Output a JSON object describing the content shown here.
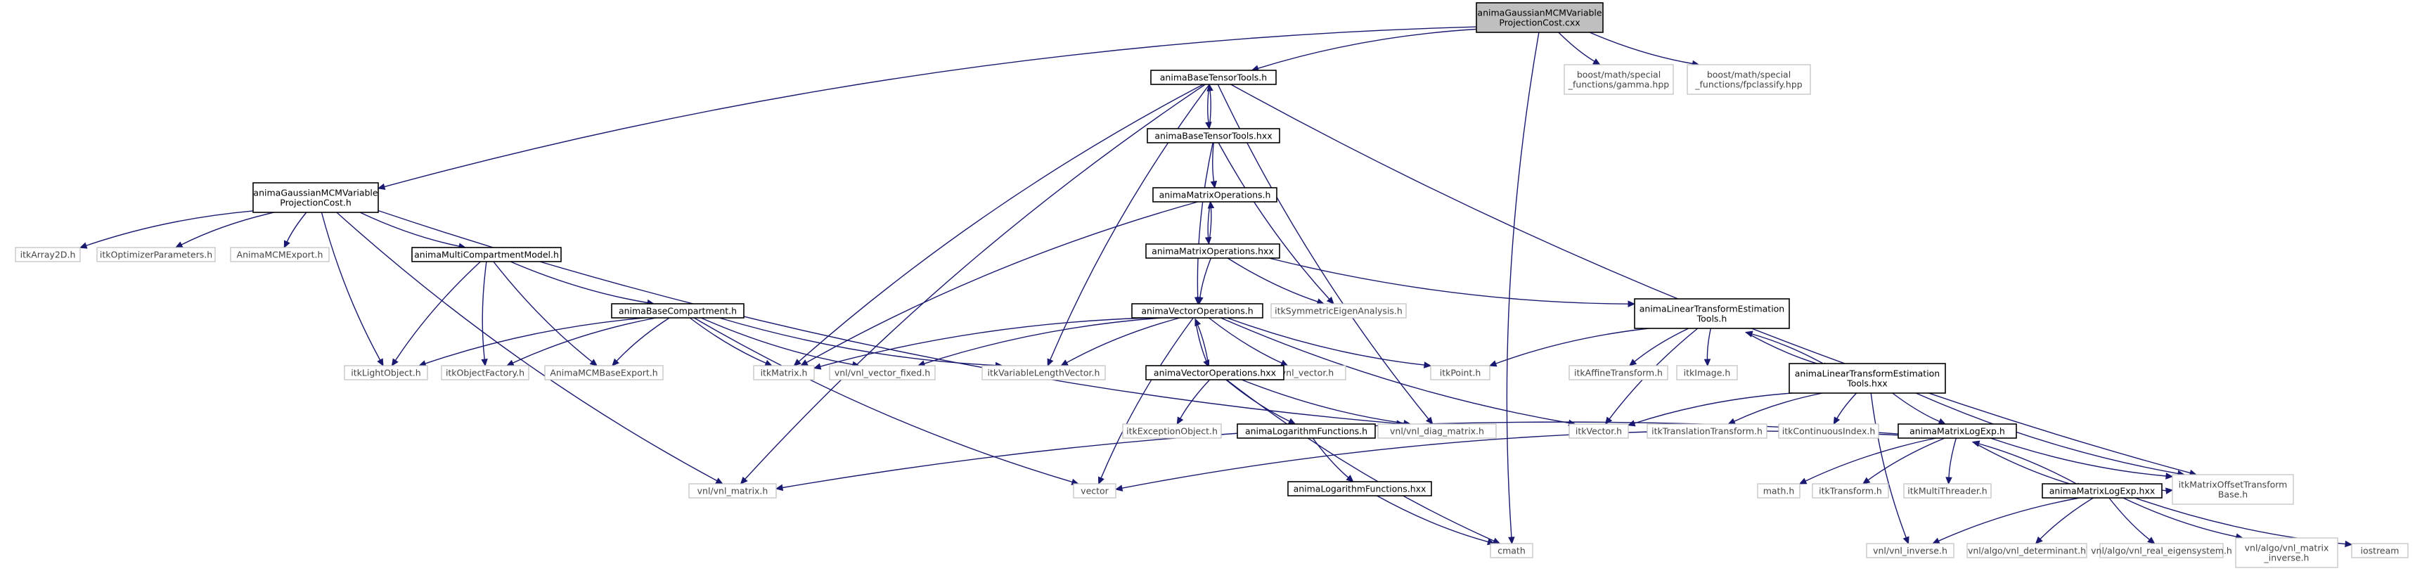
{
  "graph": {
    "colors": {
      "edge": "#191970",
      "root_fill": "#bfbfbf",
      "node_border": "#000000",
      "external_border": "#bfbfbf"
    },
    "nodes": [
      {
        "id": "root",
        "kind": "root",
        "lines": [
          "animaGaussianMCMVariable",
          "ProjectionCost.cxx"
        ]
      },
      {
        "id": "btt_h",
        "kind": "file",
        "lines": [
          "animaBaseTensorTools.h"
        ]
      },
      {
        "id": "gamma",
        "kind": "ext",
        "lines": [
          "boost/math/special",
          "_functions/gamma.hpp"
        ]
      },
      {
        "id": "fpclassify",
        "kind": "ext",
        "lines": [
          "boost/math/special",
          "_functions/fpclassify.hpp"
        ]
      },
      {
        "id": "btt_hxx",
        "kind": "file",
        "lines": [
          "animaBaseTensorTools.hxx"
        ]
      },
      {
        "id": "gmcm_h",
        "kind": "file",
        "lines": [
          "animaGaussianMCMVariable",
          "ProjectionCost.h"
        ]
      },
      {
        "id": "matops_h",
        "kind": "file",
        "lines": [
          "animaMatrixOperations.h"
        ]
      },
      {
        "id": "matops_hxx",
        "kind": "file",
        "lines": [
          "animaMatrixOperations.hxx"
        ]
      },
      {
        "id": "itkarray2d",
        "kind": "ext",
        "lines": [
          "itkArray2D.h"
        ]
      },
      {
        "id": "itkoptparams",
        "kind": "ext",
        "lines": [
          "itkOptimizerParameters.h"
        ]
      },
      {
        "id": "mcmexport",
        "kind": "ext",
        "lines": [
          "AnimaMCMExport.h"
        ]
      },
      {
        "id": "mcmodel",
        "kind": "file",
        "lines": [
          "animaMultiCompartmentModel.h"
        ]
      },
      {
        "id": "symeig",
        "kind": "ext",
        "lines": [
          "itkSymmetricEigenAnalysis.h"
        ]
      },
      {
        "id": "lte_h",
        "kind": "file",
        "lines": [
          "animaLinearTransformEstimation",
          "Tools.h"
        ]
      },
      {
        "id": "basecomp",
        "kind": "file",
        "lines": [
          "animaBaseCompartment.h"
        ]
      },
      {
        "id": "vecops_h",
        "kind": "file",
        "lines": [
          "animaVectorOperations.h"
        ]
      },
      {
        "id": "lte_hxx",
        "kind": "file",
        "lines": [
          "animaLinearTransformEstimation",
          "Tools.hxx"
        ]
      },
      {
        "id": "itklightobj",
        "kind": "ext",
        "lines": [
          "itkLightObject.h"
        ]
      },
      {
        "id": "itkobjfactory",
        "kind": "ext",
        "lines": [
          "itkObjectFactory.h"
        ]
      },
      {
        "id": "mcmbaseexport",
        "kind": "ext",
        "lines": [
          "AnimaMCMBaseExport.h"
        ]
      },
      {
        "id": "itkmatrix",
        "kind": "ext",
        "lines": [
          "itkMatrix.h"
        ]
      },
      {
        "id": "vnlvecfixed",
        "kind": "ext",
        "lines": [
          "vnl/vnl_vector_fixed.h"
        ]
      },
      {
        "id": "itkvarlen",
        "kind": "ext",
        "lines": [
          "itkVariableLengthVector.h"
        ]
      },
      {
        "id": "vnlvector",
        "kind": "ext",
        "lines": [
          "vnl/vnl_vector.h"
        ]
      },
      {
        "id": "itkpoint",
        "kind": "ext",
        "lines": [
          "itkPoint.h"
        ]
      },
      {
        "id": "itkaffine",
        "kind": "ext",
        "lines": [
          "itkAffineTransform.h"
        ]
      },
      {
        "id": "itkimage",
        "kind": "ext",
        "lines": [
          "itkImage.h"
        ]
      },
      {
        "id": "vecops_hxx",
        "kind": "file",
        "lines": [
          "animaVectorOperations.hxx"
        ]
      },
      {
        "id": "itkexcobj",
        "kind": "ext",
        "lines": [
          "itkExceptionObject.h"
        ]
      },
      {
        "id": "logfun_h",
        "kind": "file",
        "lines": [
          "animaLogarithmFunctions.h"
        ]
      },
      {
        "id": "vnldiag",
        "kind": "ext",
        "lines": [
          "vnl/vnl_diag_matrix.h"
        ]
      },
      {
        "id": "itkvector",
        "kind": "ext",
        "lines": [
          "itkVector.h"
        ]
      },
      {
        "id": "itktranslation",
        "kind": "ext",
        "lines": [
          "itkTranslationTransform.h"
        ]
      },
      {
        "id": "itkcontidx",
        "kind": "ext",
        "lines": [
          "itkContinuousIndex.h"
        ]
      },
      {
        "id": "mle_h",
        "kind": "file",
        "lines": [
          "animaMatrixLogExp.h"
        ]
      },
      {
        "id": "itkmatoffset",
        "kind": "ext",
        "lines": [
          "itkMatrixOffsetTransform",
          "Base.h"
        ]
      },
      {
        "id": "logfun_hxx",
        "kind": "file",
        "lines": [
          "animaLogarithmFunctions.hxx"
        ]
      },
      {
        "id": "vnlmatrix",
        "kind": "ext",
        "lines": [
          "vnl/vnl_matrix.h"
        ]
      },
      {
        "id": "vector",
        "kind": "ext",
        "lines": [
          "vector"
        ]
      },
      {
        "id": "mathh",
        "kind": "ext",
        "lines": [
          "math.h"
        ]
      },
      {
        "id": "itktransform",
        "kind": "ext",
        "lines": [
          "itkTransform.h"
        ]
      },
      {
        "id": "itkmultithreader",
        "kind": "ext",
        "lines": [
          "itkMultiThreader.h"
        ]
      },
      {
        "id": "mle_hxx",
        "kind": "file",
        "lines": [
          "animaMatrixLogExp.hxx"
        ]
      },
      {
        "id": "cmath",
        "kind": "ext",
        "lines": [
          "cmath"
        ]
      },
      {
        "id": "vnlinverse",
        "kind": "ext",
        "lines": [
          "vnl/vnl_inverse.h"
        ]
      },
      {
        "id": "vnldet",
        "kind": "ext",
        "lines": [
          "vnl/algo/vnl_determinant.h"
        ]
      },
      {
        "id": "vnleig",
        "kind": "ext",
        "lines": [
          "vnl/algo/vnl_real_eigensystem.h"
        ]
      },
      {
        "id": "vnlmatinv",
        "kind": "ext",
        "lines": [
          "vnl/algo/vnl_matrix",
          "_inverse.h"
        ]
      },
      {
        "id": "iostream",
        "kind": "ext",
        "lines": [
          "iostream"
        ]
      }
    ],
    "edges": [
      [
        "root",
        "btt_h"
      ],
      [
        "root",
        "gamma"
      ],
      [
        "root",
        "fpclassify"
      ],
      [
        "root",
        "gmcm_h"
      ],
      [
        "root",
        "cmath"
      ],
      [
        "btt_h",
        "btt_hxx"
      ],
      [
        "btt_hxx",
        "btt_h"
      ],
      [
        "btt_h",
        "vnlmatrix"
      ],
      [
        "btt_h",
        "itkmatrix"
      ],
      [
        "btt_h",
        "itkvarlen"
      ],
      [
        "btt_h",
        "vnldiag"
      ],
      [
        "btt_h",
        "itkmatoffset"
      ],
      [
        "btt_hxx",
        "matops_h"
      ],
      [
        "btt_hxx",
        "vecops_h"
      ],
      [
        "btt_hxx",
        "symeig"
      ],
      [
        "gmcm_h",
        "itkarray2d"
      ],
      [
        "gmcm_h",
        "itkoptparams"
      ],
      [
        "gmcm_h",
        "mcmexport"
      ],
      [
        "gmcm_h",
        "mcmodel"
      ],
      [
        "gmcm_h",
        "itklightobj"
      ],
      [
        "gmcm_h",
        "vnlmatrix"
      ],
      [
        "gmcm_h",
        "vnldiag"
      ],
      [
        "matops_h",
        "matops_hxx"
      ],
      [
        "matops_hxx",
        "matops_h"
      ],
      [
        "matops_h",
        "itkmatrix"
      ],
      [
        "matops_hxx",
        "vecops_h"
      ],
      [
        "matops_hxx",
        "symeig"
      ],
      [
        "matops_hxx",
        "lte_h"
      ],
      [
        "mcmodel",
        "basecomp"
      ],
      [
        "mcmodel",
        "itklightobj"
      ],
      [
        "mcmodel",
        "itkobjfactory"
      ],
      [
        "mcmodel",
        "mcmbaseexport"
      ],
      [
        "basecomp",
        "itklightobj"
      ],
      [
        "basecomp",
        "itkobjfactory"
      ],
      [
        "basecomp",
        "mcmbaseexport"
      ],
      [
        "basecomp",
        "itkmatrix"
      ],
      [
        "basecomp",
        "vnlvecfixed"
      ],
      [
        "basecomp",
        "itkvarlen"
      ],
      [
        "basecomp",
        "vector"
      ],
      [
        "vecops_h",
        "vecops_hxx"
      ],
      [
        "vecops_hxx",
        "vecops_h"
      ],
      [
        "vecops_h",
        "itkmatrix"
      ],
      [
        "vecops_h",
        "vnlvecfixed"
      ],
      [
        "vecops_h",
        "itkvarlen"
      ],
      [
        "vecops_h",
        "vnlvector"
      ],
      [
        "vecops_h",
        "itkpoint"
      ],
      [
        "vecops_h",
        "itkvector"
      ],
      [
        "vecops_h",
        "vector"
      ],
      [
        "lte_h",
        "lte_hxx"
      ],
      [
        "lte_hxx",
        "lte_h"
      ],
      [
        "lte_h",
        "itkpoint"
      ],
      [
        "lte_h",
        "itkaffine"
      ],
      [
        "lte_h",
        "itkimage"
      ],
      [
        "lte_h",
        "itkvector"
      ],
      [
        "lte_hxx",
        "itkvector"
      ],
      [
        "lte_hxx",
        "itktranslation"
      ],
      [
        "lte_hxx",
        "itkcontidx"
      ],
      [
        "lte_hxx",
        "mle_h"
      ],
      [
        "lte_hxx",
        "itkmatoffset"
      ],
      [
        "lte_hxx",
        "vnlinverse"
      ],
      [
        "vecops_hxx",
        "itkexcobj"
      ],
      [
        "vecops_hxx",
        "logfun_h"
      ],
      [
        "vecops_hxx",
        "vnldiag"
      ],
      [
        "vecops_hxx",
        "cmath"
      ],
      [
        "logfun_h",
        "logfun_hxx"
      ],
      [
        "logfun_hxx",
        "cmath"
      ],
      [
        "mle_h",
        "vnlmatrix"
      ],
      [
        "mle_h",
        "vector"
      ],
      [
        "mle_h",
        "mathh"
      ],
      [
        "mle_h",
        "itktransform"
      ],
      [
        "mle_h",
        "itkmultithreader"
      ],
      [
        "mle_h",
        "itkmatoffset"
      ],
      [
        "mle_h",
        "mle_hxx"
      ],
      [
        "mle_hxx",
        "mle_h"
      ],
      [
        "mle_hxx",
        "vnlinverse"
      ],
      [
        "mle_hxx",
        "vnldet"
      ],
      [
        "mle_hxx",
        "vnleig"
      ],
      [
        "mle_hxx",
        "vnlmatinv"
      ],
      [
        "mle_hxx",
        "iostream"
      ],
      [
        "mle_hxx",
        "itkmatoffset"
      ]
    ]
  }
}
